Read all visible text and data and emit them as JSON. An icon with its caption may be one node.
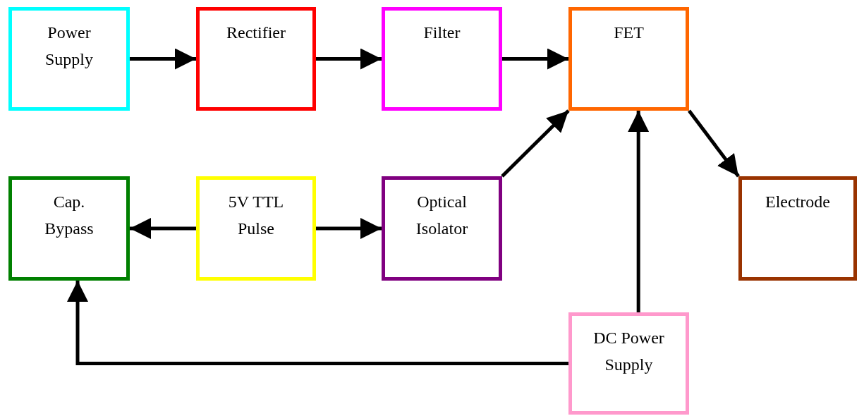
{
  "diagram": {
    "nodes": [
      {
        "text": [
          "Power Supply"
        ]
      },
      {
        "text": [
          "Rectifier"
        ]
      },
      {
        "text": [
          "Filter"
        ]
      },
      {
        "text": [
          "FET"
        ]
      },
      {
        "text": [
          "Cap. Bypass"
        ]
      },
      {
        "text": [
          "5V TTL Pulse"
        ]
      },
      {
        "text": [
          "Optical Isolator"
        ]
      },
      {
        "text": [
          "Electrode"
        ]
      },
      {
        "text": [
          "DC Power Supply"
        ]
      }
    ],
    "edges": [
      {
        "from": 0,
        "to": 1,
        "arrow": "to"
      },
      {
        "from": 1,
        "to": 2,
        "arrow": "to"
      },
      {
        "from": 2,
        "to": 3,
        "arrow": "to"
      },
      {
        "from": 5,
        "to": 4,
        "arrow": "to"
      },
      {
        "from": 5,
        "to": 6,
        "arrow": "to"
      },
      {
        "from": 6,
        "to": 3,
        "arrow": "to"
      },
      {
        "from": 3,
        "to": 7,
        "arrow": "to"
      },
      {
        "from": 8,
        "to": 3,
        "arrow": "to"
      },
      {
        "from": 8,
        "to": 4,
        "arrow": "to"
      }
    ]
  }
}
